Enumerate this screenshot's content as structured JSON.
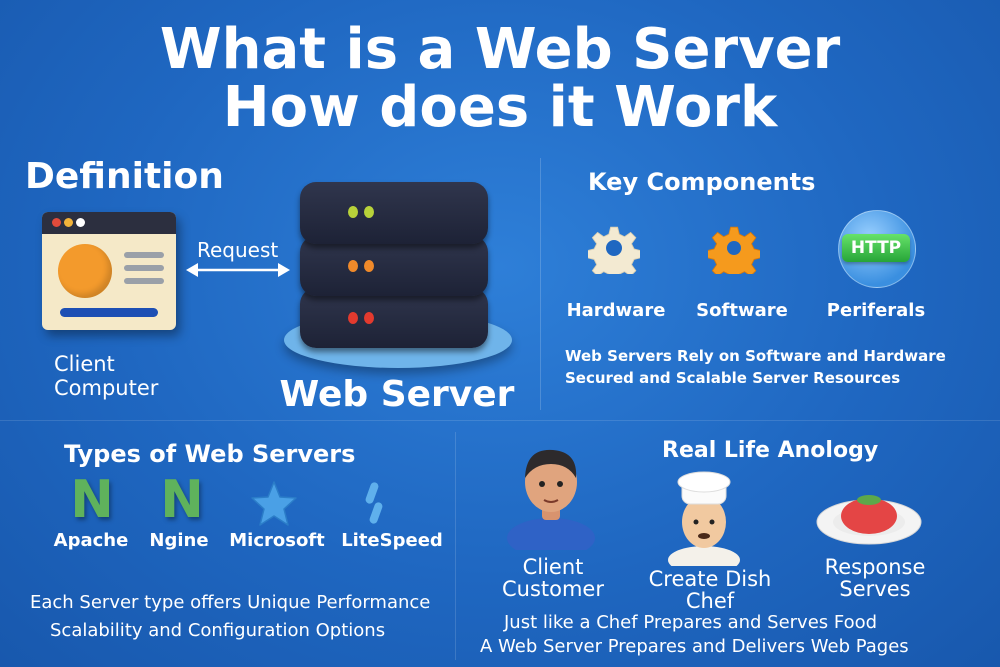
{
  "title": {
    "line1": "What is a Web Server",
    "line2": "How does it Work"
  },
  "definition": {
    "heading": "Definition",
    "request_label": "Request",
    "client_line1": "Client",
    "client_line2": "Computer",
    "server_label": "Web Server"
  },
  "key_components": {
    "heading": "Key Components",
    "items": [
      {
        "label": "Hardware",
        "icon": "gear-icon",
        "color": "#f3ead2"
      },
      {
        "label": "Software",
        "icon": "gear-icon",
        "color": "#f59a1d"
      },
      {
        "label": "Periferals",
        "icon": "http-globe-icon",
        "badge": "HTTP"
      }
    ],
    "desc_line1": "Web Servers Rely on Software and Hardware",
    "desc_line2": "Secured and Scalable Server Resources"
  },
  "types": {
    "heading": "Types of Web Servers",
    "items": [
      {
        "label": "Apache",
        "icon": "apache-n-logo"
      },
      {
        "label": "Ngine",
        "icon": "nginx-n-logo"
      },
      {
        "label": "Microsoft",
        "icon": "microsoft-star-logo"
      },
      {
        "label": "LiteSpeed",
        "icon": "litespeed-logo"
      }
    ],
    "desc_line1": "Each Server type offers Unique Performance",
    "desc_line2": "Scalability and Configuration Options"
  },
  "analogy": {
    "heading": "Real Life Anology",
    "client_line1": "Client",
    "client_line2": "Customer",
    "chef_line1": "Create Dish",
    "chef_line2": "Chef",
    "response_line1": "Response",
    "response_line2": "Serves",
    "desc_line1": "Just like a Chef Prepares and Serves Food",
    "desc_line2": "A Web Server Prepares and Delivers Web Pages"
  },
  "colors": {
    "background": "#1f67c1",
    "server": "#252a3f",
    "accent_orange": "#f39a2c"
  }
}
